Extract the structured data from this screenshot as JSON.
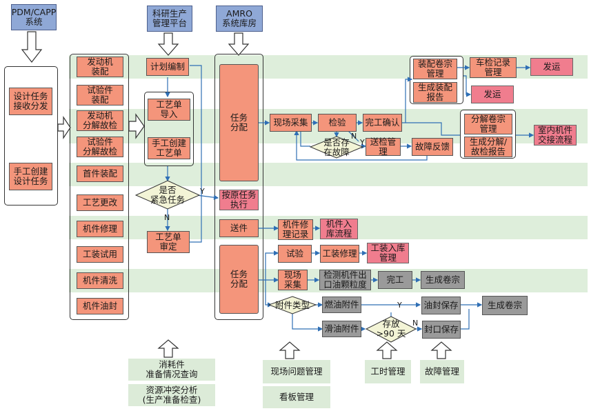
{
  "top": {
    "pdm": "PDM/CAPP\n系统",
    "research": "科研生产\n管理平台",
    "amro": "AMRO\n系统库房"
  },
  "left_panel": {
    "design_dist": "设计任务\n接收分发",
    "manual_create": "手工创建\n设计任务"
  },
  "task_list": [
    "发动机\n装配",
    "试验件\n装配",
    "发动机\n分解故检",
    "试验件\n分解故检",
    "首件装配",
    "工艺更改",
    "机件修理",
    "工装试用",
    "机件清洗",
    "机件油封"
  ],
  "plan": {
    "plan_edit": "计划编制",
    "process_import": "工艺单\n导入",
    "manual_process": "手工创建\n工艺单",
    "urgent": "是否\n紧急任务",
    "review": "工艺单\n审定",
    "n_label": "N",
    "y_label": "Y"
  },
  "amro_column": {
    "task_dispatch_1": "任务\n分配",
    "original_task": "按原任务\n执行",
    "send_parts": "送件",
    "task_dispatch_2": "任务\n分配"
  },
  "flow_top": {
    "field_collect": "现场采集",
    "inspect": "检验",
    "complete_confirm": "完工确认",
    "has_fault": "是否存\n在故障",
    "send_inspect": "送检管理",
    "fault_feedback": "故障反馈",
    "assembly_archive": "装配卷宗\n管理",
    "assembly_report": "生成装配\n报告",
    "vehicle_record": "车检记录\n管理",
    "ship1": "发运",
    "ship2": "发运",
    "disassembly_archive": "分解卷宗\n管理",
    "disassembly_report": "生成分解/\n故检报告",
    "indoor_handover": "室内机件\n交接流程",
    "n_label": "N",
    "y_label": "Y"
  },
  "flow_mid": {
    "repair_record": "机件修\n理记录",
    "parts_storage": "机件入\n库流程"
  },
  "flow_bottom": {
    "trial": "试验",
    "tooling_repair": "工装修理",
    "tooling_storage": "工装入库\n管理",
    "field_collect2": "现场\n采集",
    "detect_outlet": "检测机件出\n口油颗粒度",
    "complete": "完工",
    "gen_archive1": "生成卷宗",
    "attach_type": "附件类型",
    "fuel_attach": "燃油附件",
    "oil_attach": "滑油附件",
    "stored_90": "存放\n>90 天",
    "oil_seal_save": "油封保存",
    "seal_save": "封口保存",
    "gen_archive2": "生成卷宗",
    "y_label": "Y",
    "n_label": "N"
  },
  "bottom": {
    "consumables": "消耗件\n准备情况查询",
    "resource_conflict": "资源冲突分析\n(生产准备检查)",
    "field_issue": "现场问题管理",
    "kanban": "看板管理",
    "work_hours": "工时管理",
    "fault_mgmt": "故障管理"
  },
  "colors": {
    "blue": "#8fa8d6",
    "salmon": "#f4957b",
    "pink": "#f07d8e",
    "gray": "#9a9a9a",
    "band": "#deeedb",
    "diamond": "#f3f4d6",
    "connector": "#2f6fb5"
  }
}
